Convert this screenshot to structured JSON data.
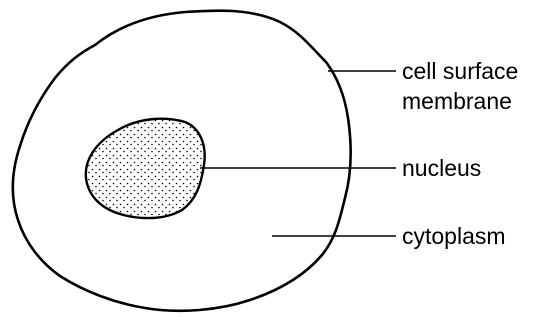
{
  "diagram": {
    "labels": {
      "membrane_line1": "cell surface",
      "membrane_line2": "membrane",
      "nucleus": "nucleus",
      "cytoplasm": "cytoplasm"
    },
    "colors": {
      "stroke": "#000000",
      "background": "#ffffff",
      "stipple": "#000000"
    }
  }
}
